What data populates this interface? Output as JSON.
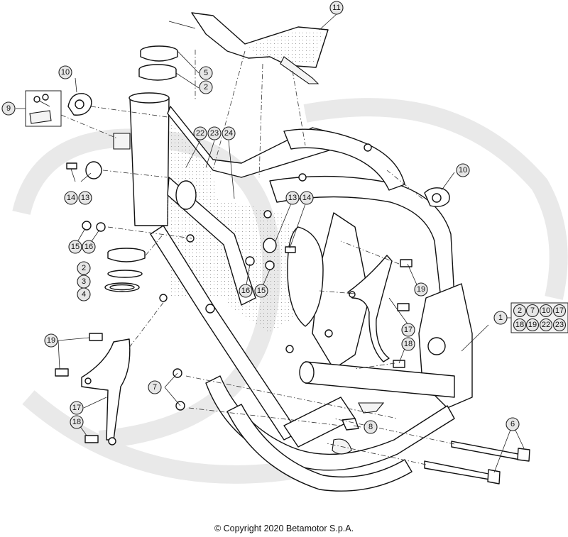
{
  "diagram": {
    "callouts": [
      "1",
      "2",
      "2",
      "3",
      "4",
      "5",
      "6",
      "7",
      "8",
      "9",
      "10",
      "10",
      "11",
      "13",
      "13",
      "14",
      "14",
      "15",
      "15",
      "16",
      "16",
      "17",
      "17",
      "18",
      "18",
      "19",
      "19",
      "22",
      "23",
      "24"
    ],
    "ref_group": [
      "2",
      "7",
      "10",
      "17",
      "18",
      "19",
      "22",
      "23"
    ]
  },
  "footer": {
    "copyright": "© Copyright 2020 Betamotor S.p.A."
  }
}
